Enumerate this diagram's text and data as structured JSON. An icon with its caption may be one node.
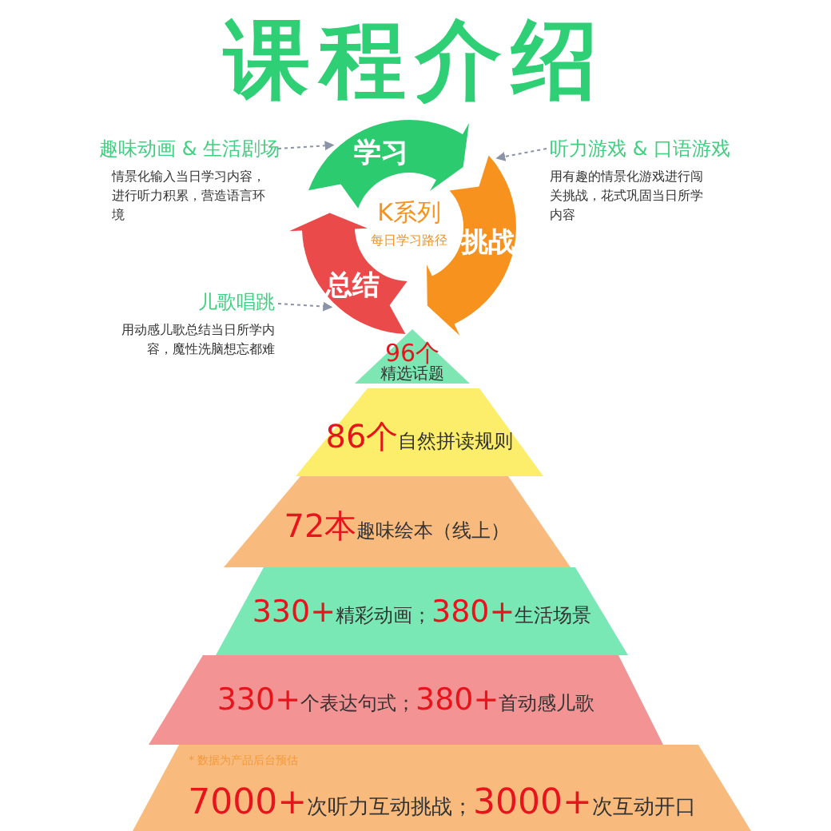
{
  "diagram": {
    "title": "课程介绍",
    "nodes": [
      {
        "text": [
          "学习"
        ]
      },
      {
        "text": [
          "挑战"
        ]
      },
      {
        "text": [
          "总结"
        ]
      },
      {
        "text": [
          "K系列",
          "每日学习路径"
        ]
      },
      {
        "text": [
          "趣味动画 & 生活剧场",
          "情景化输入当日学习内容，进行听力积累，营造语言环境"
        ]
      },
      {
        "text": [
          "听力游戏 & 口语游戏",
          "用有趣的情景化游戏进行闯关挑战，花式巩固当日所学内容"
        ]
      },
      {
        "text": [
          "儿歌唱跳",
          "用动感儿歌总结当日所学内容，魔性洗脑想忘都难"
        ]
      },
      {
        "text": [
          "96个",
          "精选话题"
        ]
      },
      {
        "text": [
          "86个",
          "自然拼读规则"
        ]
      },
      {
        "text": [
          "72本",
          "趣味绘本（线上）"
        ]
      },
      {
        "text": [
          "330+",
          "精彩动画；",
          "380+",
          "生活场景"
        ]
      },
      {
        "text": [
          "330+",
          "个表达句式；",
          "380+",
          "首动感儿歌"
        ]
      },
      {
        "text": [
          "* 数据为产品后台预估",
          "7000+",
          "次听力互动挑战；",
          "3000+",
          "次互动开口"
        ]
      }
    ],
    "edges": [
      {
        "from": 4,
        "to": 0,
        "arrow": "to",
        "style": "dashed"
      },
      {
        "from": 5,
        "to": 1,
        "arrow": "to",
        "style": "dashed"
      },
      {
        "from": 6,
        "to": 2,
        "arrow": "to",
        "style": "dashed"
      }
    ]
  }
}
